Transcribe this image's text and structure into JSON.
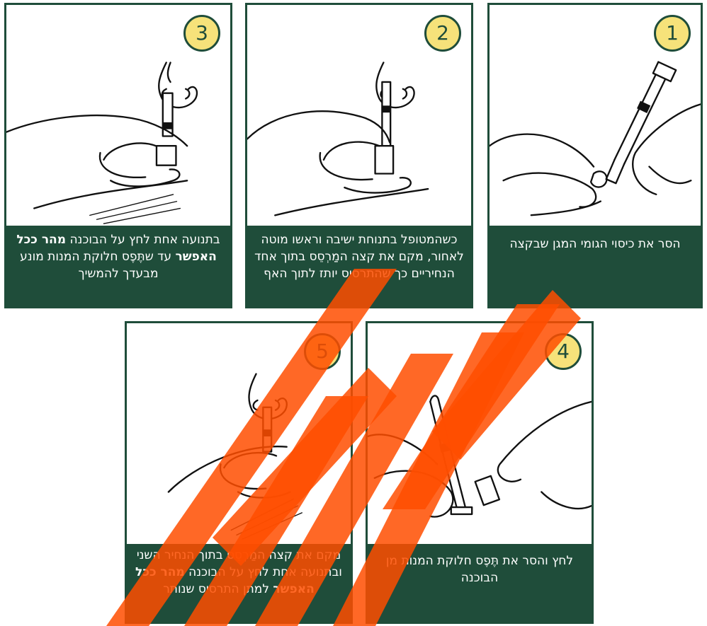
{
  "panels": [
    {
      "number": "1",
      "caption_parts": [
        "הסר את כיסוי הגומי המגן שבקצה"
      ]
    },
    {
      "number": "2",
      "caption_parts": [
        "כשהמטופל בתנוחת ישיבה וראשו מוטה לאחור, מקם את קצה המַרְסֵס בתוך אחד הנחיריים כך שהתרסיס יותז לתוך האף"
      ]
    },
    {
      "number": "3",
      "caption_parts": [
        "בתנועה אחת לחץ על הבוכנה ",
        "מהר ככל האפשר",
        " עד שתֶּפֶס חלוקת המנות מונע מבעדך להמשיך"
      ]
    },
    {
      "number": "4",
      "caption_parts": [
        "לחץ והסר את תֶּפֶס חלוקת המנות מן הבוכנה"
      ]
    },
    {
      "number": "5",
      "caption_parts": [
        "מקם את קצה המַרְסֵס בתוך הנחיר השני ובתנועה אחת לחץ על הבוכנה ",
        "מהר ככל האפשר",
        " למתן התרסיס שנותר"
      ]
    }
  ],
  "watermark": {
    "text": "",
    "color": "#ff4d00"
  },
  "colors": {
    "panel_border": "#1f4d3a",
    "caption_bg": "#1f4d3a",
    "badge_fill": "#f6e27a"
  }
}
